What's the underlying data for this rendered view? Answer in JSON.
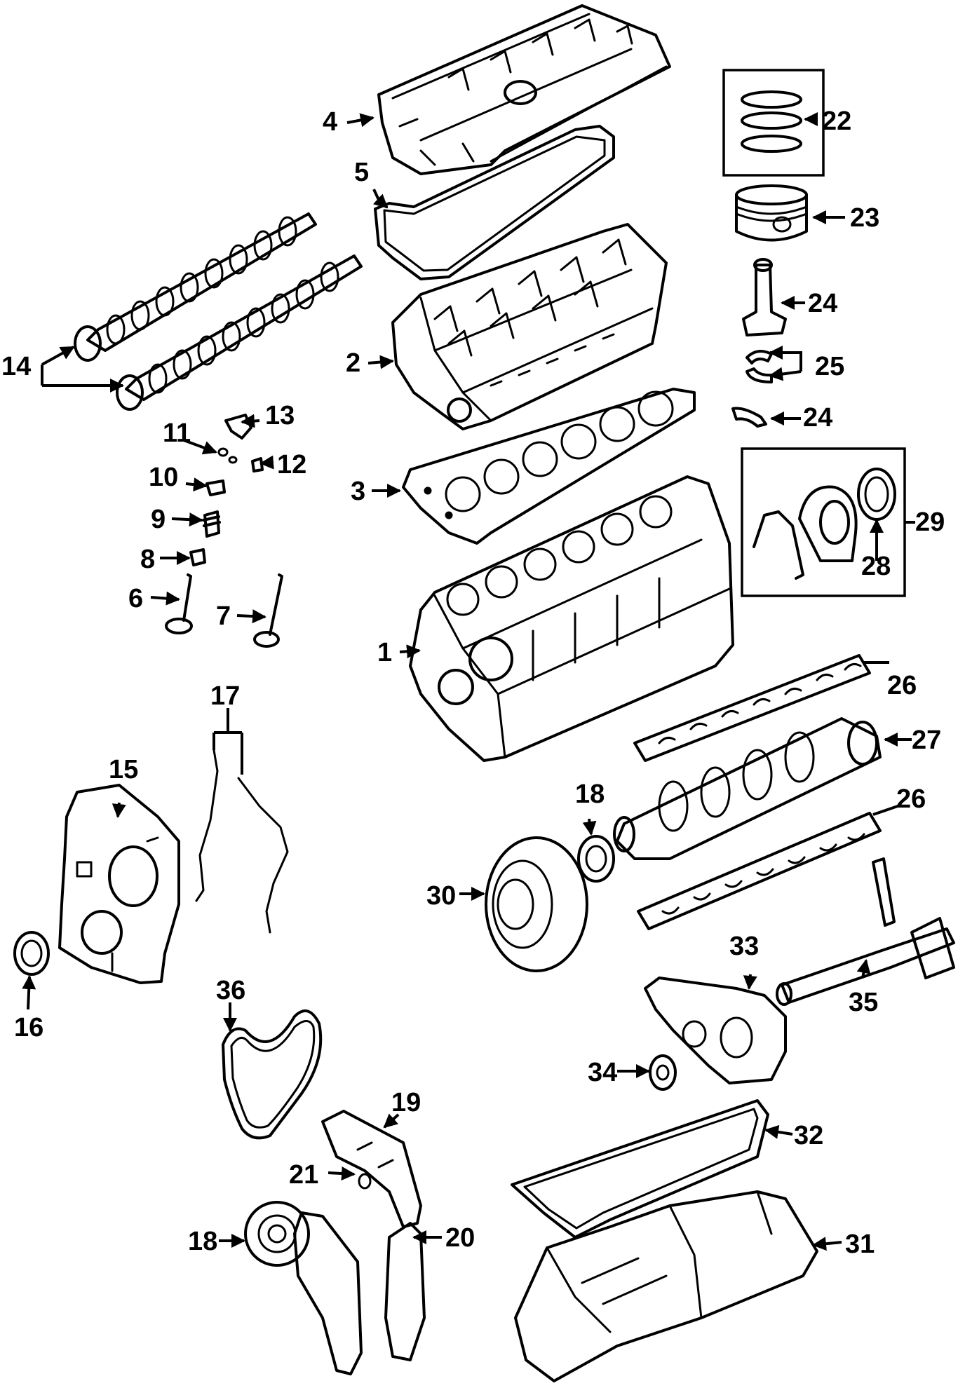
{
  "callouts": {
    "c1": "1",
    "c2": "2",
    "c3": "3",
    "c4": "4",
    "c5": "5",
    "c6": "6",
    "c7": "7",
    "c8": "8",
    "c9": "9",
    "c10": "10",
    "c11": "11",
    "c12": "12",
    "c13": "13",
    "c14": "14",
    "c15": "15",
    "c16": "16",
    "c17": "17",
    "c18a": "18",
    "c18b": "18",
    "c19": "19",
    "c20": "20",
    "c21": "21",
    "c22": "22",
    "c23": "23",
    "c24a": "24",
    "c24b": "24",
    "c25": "25",
    "c26a": "26",
    "c26b": "26",
    "c27": "27",
    "c28": "28",
    "c29": "29",
    "c30": "30",
    "c31": "31",
    "c32": "32",
    "c33": "33",
    "c34": "34",
    "c35": "35",
    "c36": "36"
  }
}
